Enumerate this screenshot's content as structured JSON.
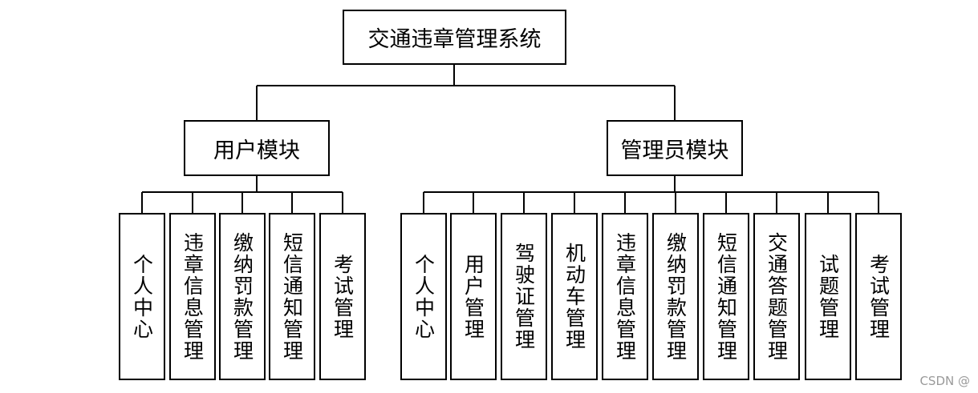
{
  "root": {
    "label": "交通违章管理系统"
  },
  "modules": [
    {
      "label": "用户模块",
      "children": [
        "个人中心",
        "违章信息管理",
        "缴纳罚款管理",
        "短信通知管理",
        "考试管理"
      ]
    },
    {
      "label": "管理员模块",
      "children": [
        "个人中心",
        "用户管理",
        "驾驶证管理",
        "机动车管理",
        "违章信息管理",
        "缴纳罚款管理",
        "短信通知管理",
        "交通答题管理",
        "试题管理",
        "考试管理"
      ]
    }
  ],
  "watermark": "CSDN @"
}
